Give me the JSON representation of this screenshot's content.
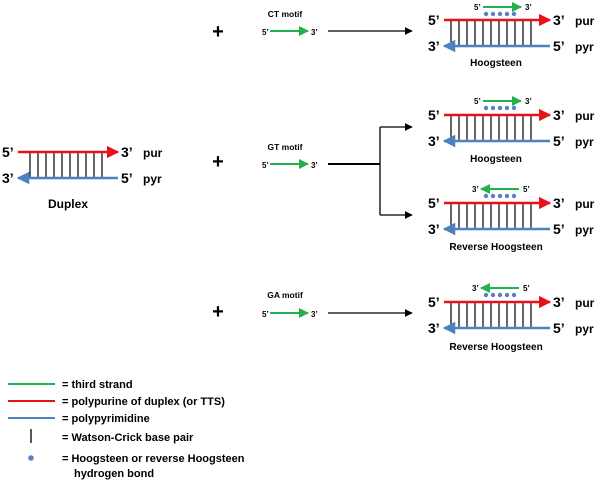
{
  "colors": {
    "third_strand": "#22b14c",
    "purine": "#e8111b",
    "pyrimidine": "#4f81bd",
    "bond_dot": "#5b7fc4",
    "basepair": "#000000"
  },
  "ends": {
    "five": "5’",
    "three": "3’"
  },
  "strand_names": {
    "pur": "pur",
    "pyr": "pyr"
  },
  "plus_sign": "+",
  "duplex": {
    "label": "Duplex"
  },
  "motifs": {
    "ct": "CT motif",
    "gt": "GT motif",
    "ga": "GA motif"
  },
  "captions": {
    "ct": "Hoogsteen",
    "gt_1": "Hoogsteen",
    "gt_2": "Reverse Hoogsteen",
    "ga": "Reverse Hoogsteen"
  },
  "legend": {
    "third_strand": "= third strand",
    "purine": "= polypurine of duplex (or TTS)",
    "pyrimidine": "= polypyrimidine",
    "basepair": "= Watson-Crick base pair",
    "bond_line1": "= Hoogsteen or reverse Hoogsteen",
    "bond_line2": "hydrogen bond"
  }
}
